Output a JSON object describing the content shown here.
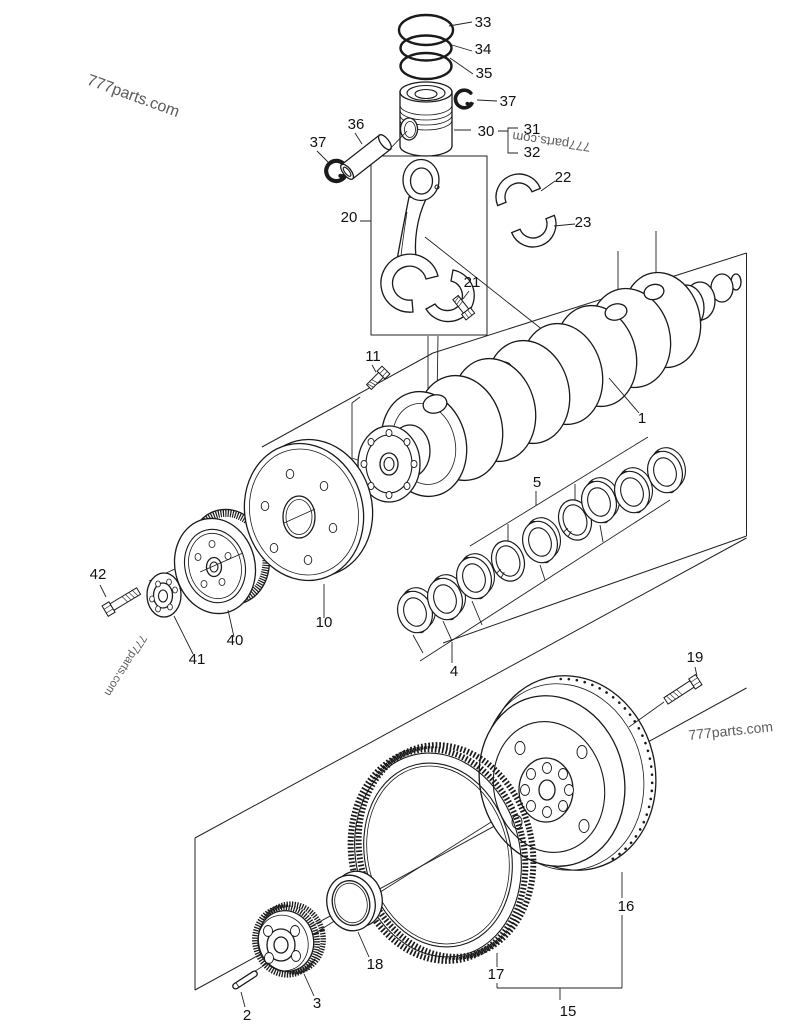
{
  "colors": {
    "background": "#ffffff",
    "line": "#1a1a1a",
    "watermark": "#4a4a4a"
  },
  "watermarks": {
    "top_left": "777parts.com",
    "upper_right": "777parts.com",
    "lower_left": "777parts.com",
    "bottom_right": "777parts.com"
  },
  "callouts": {
    "c33": "33",
    "c34": "34",
    "c35": "35",
    "c37_top": "37",
    "c30": "30",
    "c31": "31",
    "c32": "32",
    "c36": "36",
    "c37_left": "37",
    "c20": "20",
    "c22": "22",
    "c23": "23",
    "c21": "21",
    "c11": "11",
    "c1": "1",
    "c5": "5",
    "c4": "4",
    "c42": "42",
    "c10": "10",
    "c40": "40",
    "c41": "41",
    "c19": "19",
    "c16": "16",
    "c17": "17",
    "c18": "18",
    "c15": "15",
    "c3": "3",
    "c2": "2"
  }
}
